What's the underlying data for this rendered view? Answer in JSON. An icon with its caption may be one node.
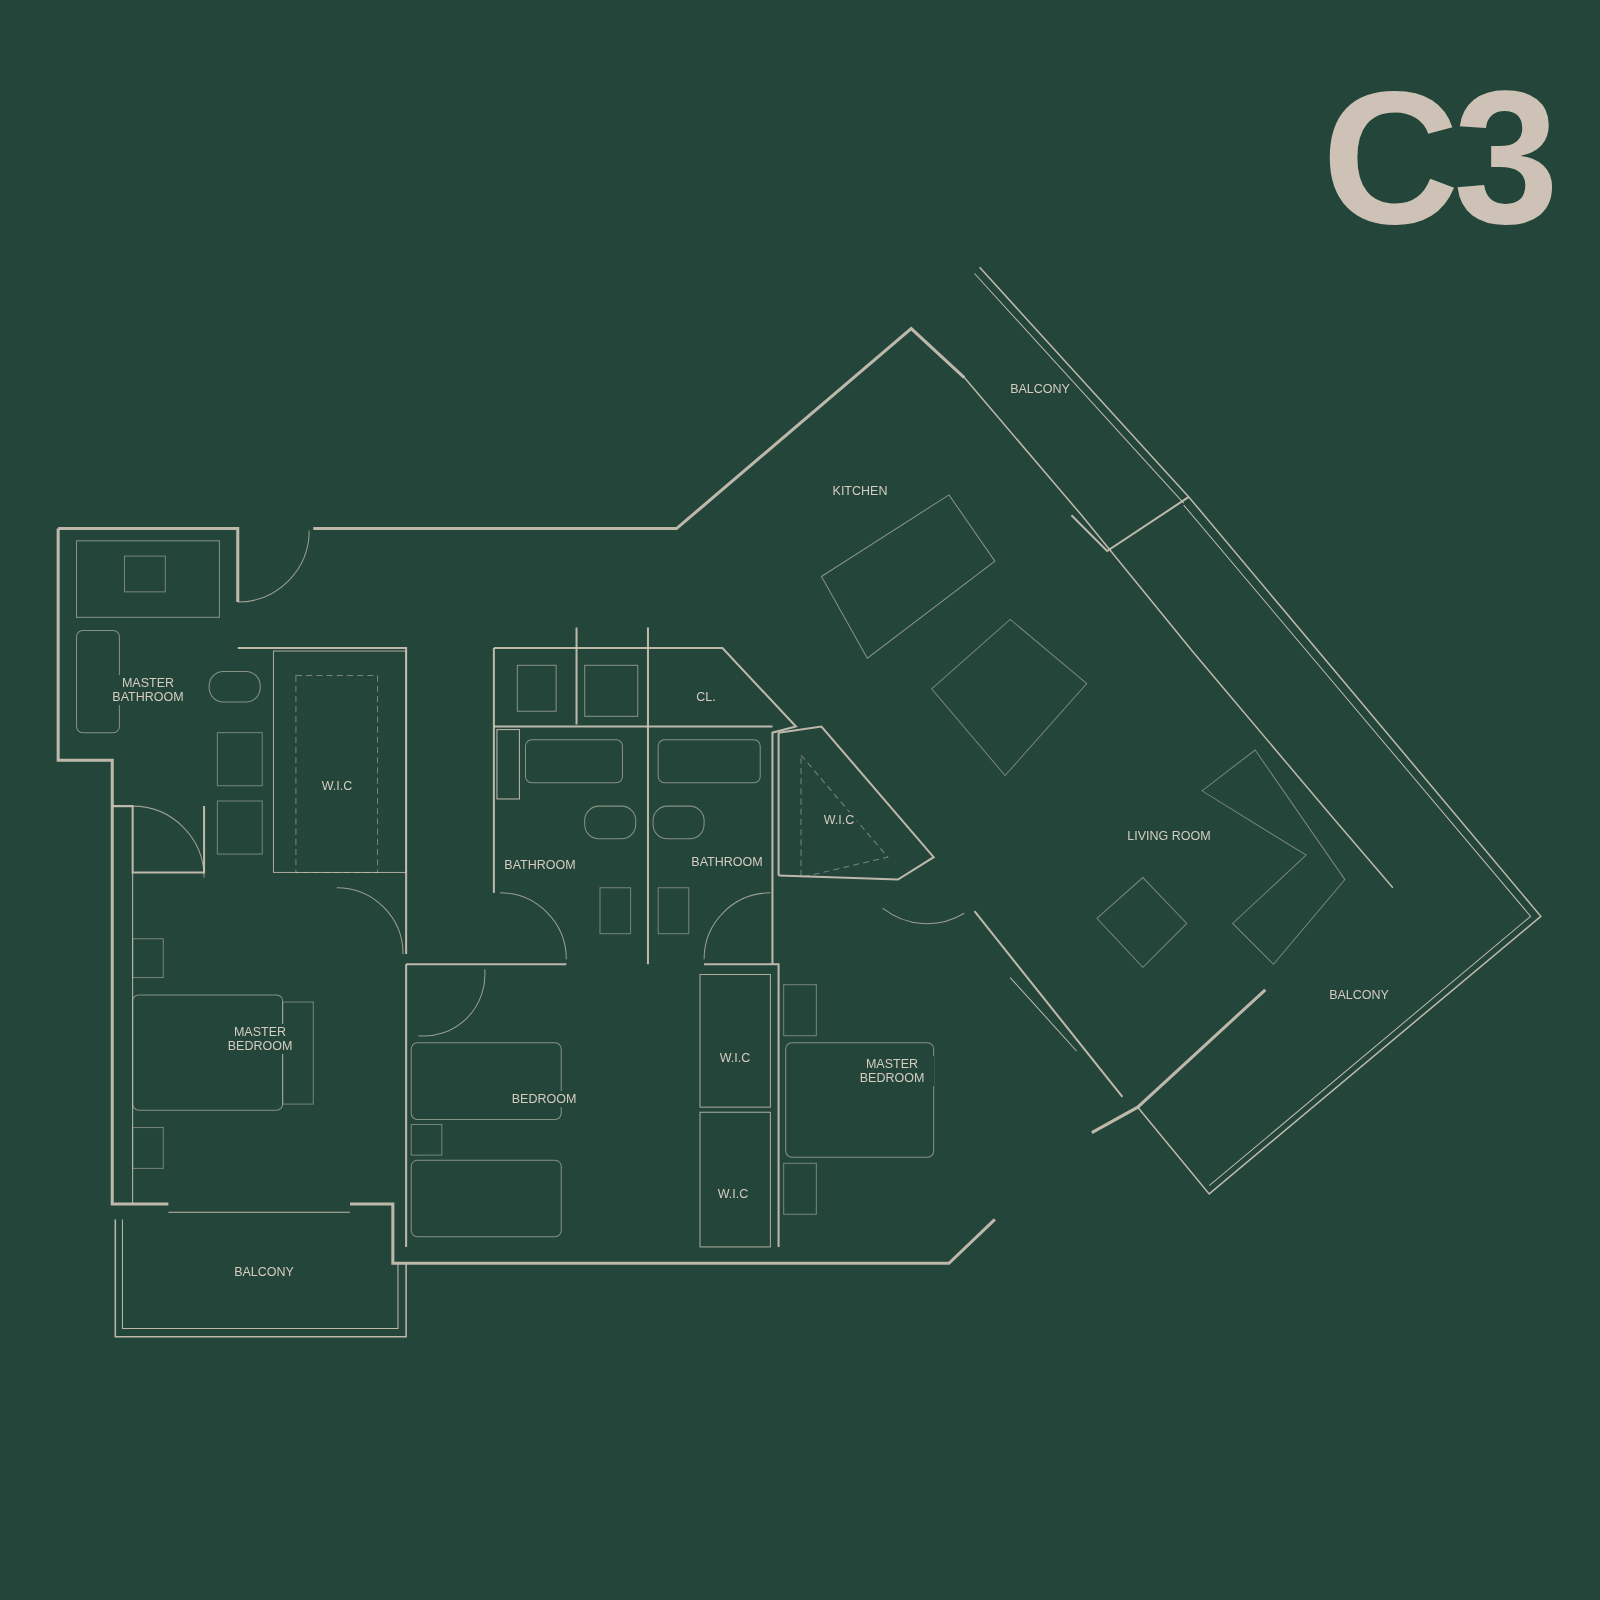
{
  "diagram": {
    "title": "C3",
    "labels": [
      "BALCONY",
      "KITCHEN",
      "CL.",
      "MASTER BATHROOM",
      "W.I.C",
      "W.I.C",
      "LIVING ROOM",
      "BATHROOM",
      "BATHROOM",
      "BALCONY",
      "MASTER BEDROOM",
      "W.I.C",
      "MASTER BEDROOM",
      "BEDROOM",
      "W.I.C",
      "BALCONY"
    ]
  }
}
